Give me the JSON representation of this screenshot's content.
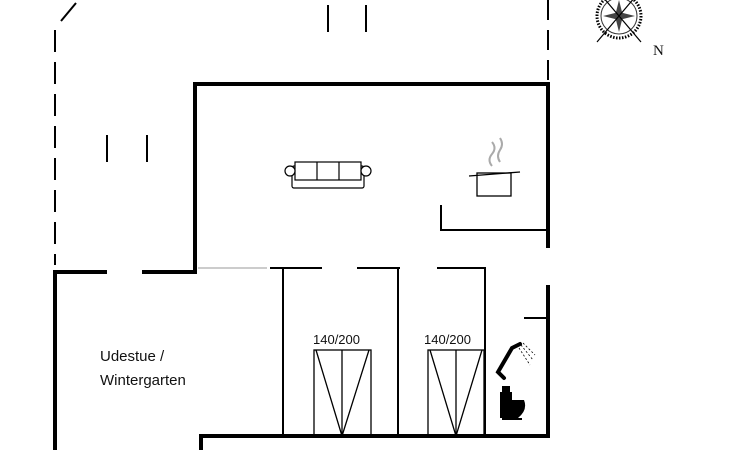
{
  "rooms": {
    "sunroom_line1": "Udestue /",
    "sunroom_line2": "Wintergarten"
  },
  "beds": [
    {
      "size": "140/200"
    },
    {
      "size": "140/200"
    }
  ],
  "compass": {
    "north_label": "N"
  },
  "icons": [
    "sofa-icon",
    "cooking-pot-icon",
    "shower-icon",
    "toilet-icon",
    "compass-rose-icon",
    "bed-icon"
  ],
  "colors": {
    "wall": "#000000",
    "background": "#ffffff"
  }
}
